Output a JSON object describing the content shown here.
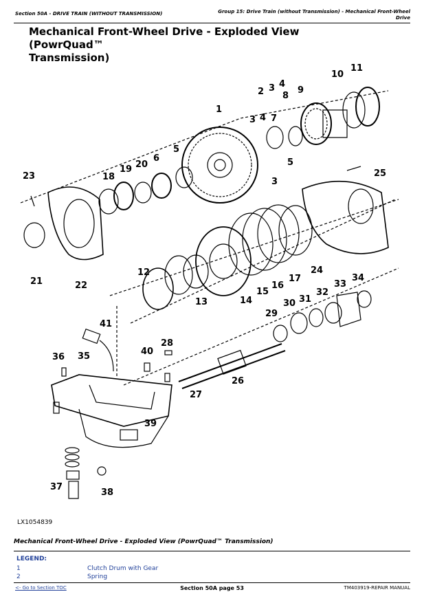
{
  "header": {
    "section": "Section 50A - DRIVE TRAIN (WITHOUT TRANSMISSION)",
    "group_line1": "Group 15: Drive Train (without Transmission) - Mechanical Front-Wheel",
    "group_line2": "Drive"
  },
  "title_line1": "Mechanical Front-Wheel Drive - Exploded View (PowrQuad™",
  "title_line2": "Transmission)",
  "figure": {
    "id": "LX1054839",
    "callouts": [
      "1",
      "2",
      "3",
      "4",
      "3",
      "4",
      "5",
      "5",
      "3",
      "6",
      "7",
      "8",
      "9",
      "10",
      "11",
      "12",
      "13",
      "14",
      "15",
      "16",
      "17",
      "18",
      "19",
      "20",
      "21",
      "22",
      "23",
      "24",
      "25",
      "26",
      "27",
      "28",
      "29",
      "30",
      "31",
      "32",
      "33",
      "34",
      "35",
      "36",
      "37",
      "38",
      "39",
      "40",
      "41"
    ]
  },
  "caption": "Mechanical Front-Wheel Drive - Exploded View (PowrQuad™ Transmission)",
  "legend": {
    "title": "LEGEND:",
    "items": [
      {
        "num": "1",
        "desc": "Clutch Drum with Gear"
      },
      {
        "num": "2",
        "desc": "Spring"
      }
    ]
  },
  "footer": {
    "toc_link": "<- Go to Section TOC",
    "page": "Section 50A page 53",
    "manual": "TM403919-REPAIR MANUAL"
  }
}
